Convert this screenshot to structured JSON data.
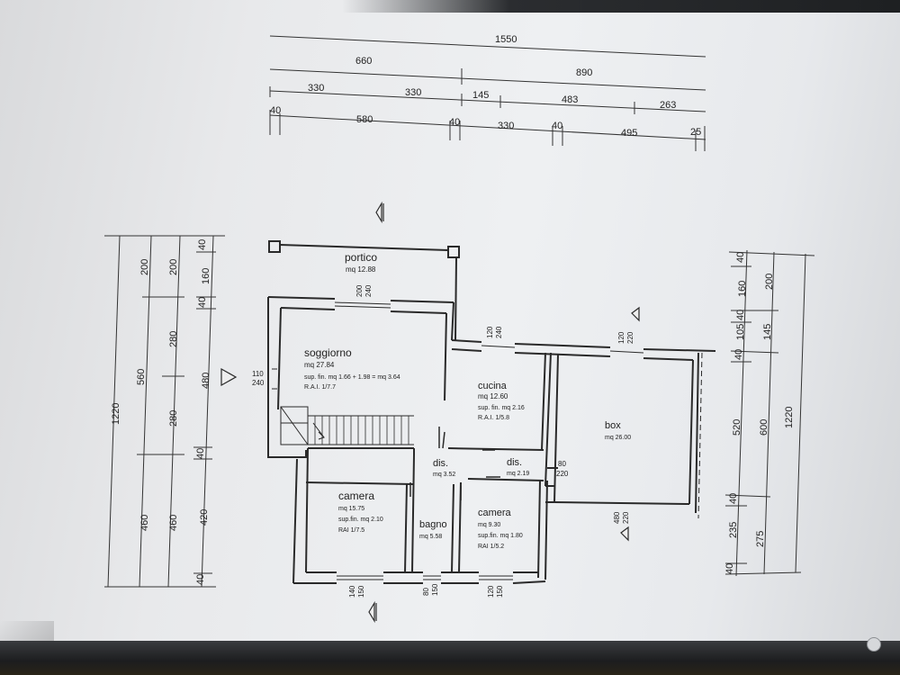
{
  "top_dims": {
    "row1": [
      "1550"
    ],
    "row2": [
      "660",
      "890"
    ],
    "row3": [
      "330",
      "330",
      "145",
      "483",
      "263"
    ],
    "row4": [
      "40",
      "580",
      "40",
      "330",
      "40",
      "495",
      "25"
    ]
  },
  "left_dims": {
    "total": "1220",
    "col2": [
      "200",
      "560",
      "460"
    ],
    "col3": [
      "200",
      "280",
      "280",
      "460"
    ],
    "col4": [
      "40",
      "160",
      "40",
      "480",
      "40",
      "420",
      "40"
    ]
  },
  "right_dims": {
    "total": "1220",
    "col2": [
      "200",
      "145",
      "600",
      "275"
    ],
    "col3": [
      "40",
      "160",
      "40",
      "105",
      "40",
      "520",
      "40",
      "235",
      "40"
    ]
  },
  "rooms": {
    "portico": {
      "name": "portico",
      "area": "mq 12.88"
    },
    "soggiorno": {
      "name": "soggiorno",
      "area": "mq 27.84",
      "sup": "sup. fin. mq 1.66 + 1.98 = mq 3.64",
      "rai": "R.A.I. 1/7.7"
    },
    "cucina": {
      "name": "cucina",
      "area": "mq 12.60",
      "sup": "sup. fin. mq 2.16",
      "rai": "R.A.I. 1/5.8"
    },
    "box": {
      "name": "box",
      "area": "mq 26.00"
    },
    "dis1": {
      "name": "dis.",
      "area": "mq 3.52"
    },
    "dis2": {
      "name": "dis.",
      "area": "mq 2.19"
    },
    "camera1": {
      "name": "camera",
      "area": "mq 15.75",
      "sup": "sup.fin. mq 2.10",
      "rai": "RAI 1/7.5"
    },
    "bagno": {
      "name": "bagno",
      "area": "mq 5.58"
    },
    "camera2": {
      "name": "camera",
      "area": "mq 9.30",
      "sup": "sup.fin. mq 1.80",
      "rai": "RAI 1/5.2"
    }
  },
  "openings": {
    "portico_win": [
      "200",
      "240"
    ],
    "cucina_win": [
      "120",
      "240"
    ],
    "box_win": [
      "120",
      "220"
    ],
    "entry": [
      "110",
      "240"
    ],
    "box_side": [
      "80",
      "220"
    ],
    "box_door": [
      "480",
      "220"
    ],
    "camera1_win": [
      "140",
      "150"
    ],
    "bagno_win": [
      "80",
      "150"
    ],
    "camera2_win": [
      "120",
      "150"
    ]
  }
}
